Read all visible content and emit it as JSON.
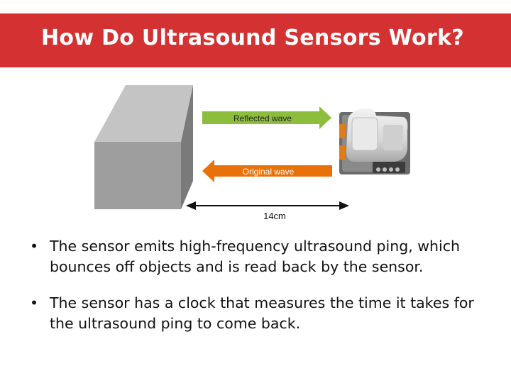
{
  "title": "How Do Ultrasound Sensors Work?",
  "diagram": {
    "reflected_label": "Reflected wave",
    "original_label": "Original wave",
    "distance_label": "14cm",
    "colors": {
      "reflected_arrow": "#8dbd3c",
      "original_arrow": "#e8710a",
      "banner": "#d43232"
    }
  },
  "bullets": [
    {
      "marker": "•",
      "text": "The sensor emits high-frequency ultrasound ping, which bounces off objects and is read back by the sensor."
    },
    {
      "marker": "•",
      "text": "The sensor has a clock that measures the time it takes for the ultrasound ping to come back."
    }
  ]
}
